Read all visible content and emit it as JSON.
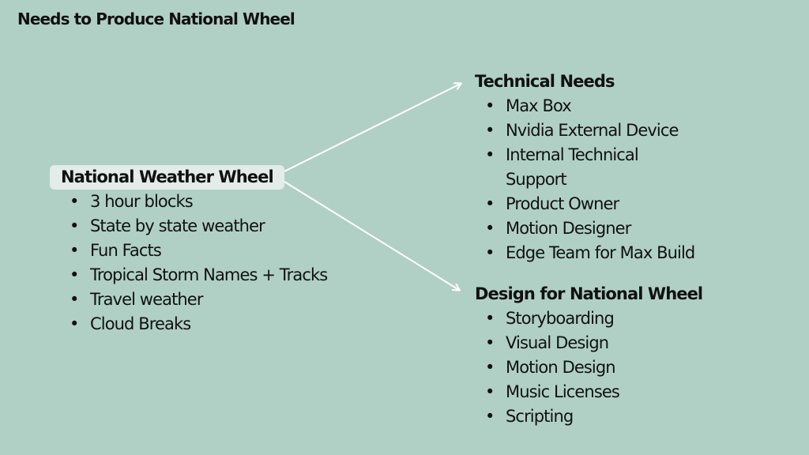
{
  "title": "Needs to Produce National Wheel",
  "center": {
    "title": "National Weather Wheel",
    "items": [
      "3 hour blocks",
      "State by state weather",
      "Fun Facts",
      "Tropical Storm Names + Tracks",
      "Travel weather",
      "Cloud Breaks"
    ]
  },
  "technical": {
    "title": "Technical Needs",
    "items": [
      "Max Box",
      "Nvidia External Device",
      "Internal Technical Support",
      "Product Owner",
      "Motion Designer",
      "Edge Team for Max Build"
    ]
  },
  "design": {
    "title": "Design for National Wheel",
    "items": [
      "Storyboarding",
      "Visual Design",
      "Motion Design",
      "Music Licenses",
      "Scripting"
    ]
  },
  "colors": {
    "background": "#b0d0c5",
    "center_highlight": "#e3ece8",
    "arrow": "#ffffff"
  }
}
